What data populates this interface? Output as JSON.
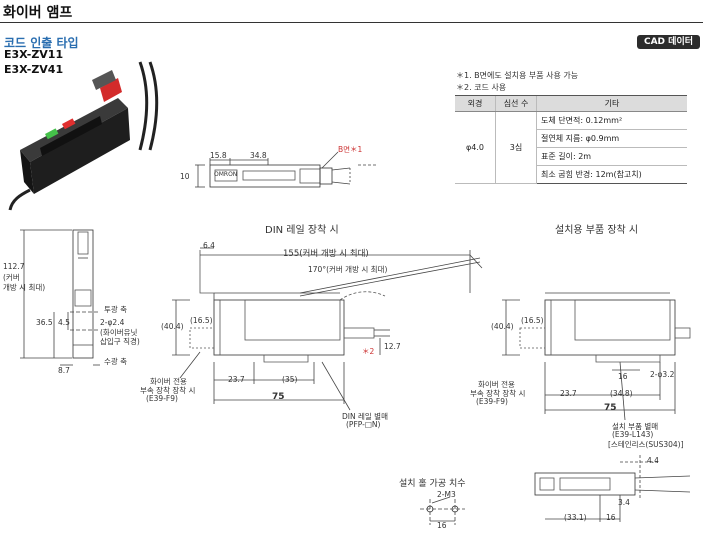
{
  "header": {
    "title": "화이버 앰프"
  },
  "product": {
    "subtitle": "코드 인출 타입",
    "models": [
      "E3X-ZV11",
      "E3X-ZV41"
    ]
  },
  "cad_badge": "CAD 데이터",
  "notes": [
    "＊1. B면에도 설치용 부품 사용 가능",
    "＊2. 코드 사용"
  ],
  "spec_table": {
    "headers": [
      "외경",
      "심선 수",
      "기타"
    ],
    "outer_diameter": "φ4.0",
    "cores": "3심",
    "rows": [
      "도체 단면적: 0.12mm²",
      "절연체 지름: φ0.9mm",
      "표준 길이: 2m",
      "최소 굽힘 반경: 12m(참고치)"
    ]
  },
  "cable_view": {
    "dim_15_8": "15.8",
    "dim_34_8": "34.8",
    "dim_10": "10",
    "b_face": "B면＊1",
    "brand": "OMRON"
  },
  "side_view": {
    "height": "112.7",
    "height_note_1": "(커버",
    "height_note_2": "개방 시 최대)",
    "dim_36_5": "36.5",
    "dim_4_5": "4.5",
    "dim_8_7": "8.7",
    "light_axis": "투광 축",
    "hole_1": "2-φ2.4",
    "hole_2": "(화이버유닛",
    "hole_3": "삽입구 직경)",
    "recv_axis": "수광 축"
  },
  "din_view": {
    "title": "DIN 레일 장착 시",
    "dim_6_4": "6.4",
    "dim_155": "155(커버 개방 시 최대)",
    "angle": "170°(커버 개방 시 최대)",
    "dim_40_4": "(40.4)",
    "dim_16_5": "(16.5)",
    "dim_12_7": "12.7",
    "mark_2": "＊2",
    "dim_23_7": "23.7",
    "dim_35": "(35)",
    "dim_75": "75",
    "fiber_1": "화이버 전용",
    "fiber_2": "부속 장착 장착 시",
    "fiber_3": "(E39-F9)",
    "din_1": "DIN 레일 별매",
    "din_2": "(PFP-□N)"
  },
  "bracket_view": {
    "title": "설치용 부품 장착 시",
    "dim_40_4": "(40.4)",
    "dim_16_5": "(16.5)",
    "dim_16": "16",
    "hole": "2-φ3.2",
    "dim_23_7": "23.7",
    "dim_34_8": "(34.8)",
    "dim_75": "75",
    "fiber_1": "화이버 전용",
    "fiber_2": "부속 장착 장착 시",
    "fiber_3": "(E39-F9)",
    "br_1": "설치 부품 별매",
    "br_2": "(E39-L143)",
    "br_3": "[스테인리스(SUS304)]"
  },
  "mount_hole": {
    "title": "설치 홀 가공 치수",
    "m3": "2-M3",
    "dim_16": "16"
  },
  "bottom_view": {
    "dim_4_4": "4.4",
    "dim_3_4": "3.4",
    "dim_33_1": "(33.1)",
    "dim_16": "16"
  }
}
